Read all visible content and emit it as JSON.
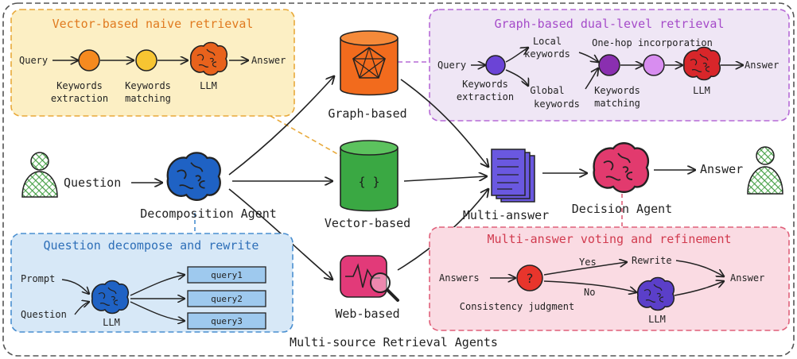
{
  "outer": {
    "caption": "Multi-source Retrieval Agents"
  },
  "vector_panel": {
    "title": "Vector-based naive retrieval",
    "query": "Query",
    "kw_extraction": [
      "Keywords",
      "extraction"
    ],
    "kw_matching": [
      "Keywords",
      "matching"
    ],
    "llm": "LLM",
    "answer": "Answer",
    "colors": {
      "fill": "#fcefc4",
      "border": "#e8a93a",
      "title": "#e07a1f",
      "node1": "#f58a1f",
      "node2": "#f7c532",
      "brain": "#e8621c"
    }
  },
  "graph_panel": {
    "title": "Graph-based dual-level retrieval",
    "query": "Query",
    "kw_extraction": [
      "Keywords",
      "extraction"
    ],
    "local_kw": [
      "Local",
      "keywords"
    ],
    "global_kw": [
      "Global",
      "keywords"
    ],
    "one_hop": "One-hop incorporation",
    "kw_matching": [
      "Keywords",
      "matching"
    ],
    "llm": "LLM",
    "answer": "Answer",
    "colors": {
      "fill": "#efe6f5",
      "border": "#b66ad6",
      "title": "#a54bc9",
      "node1": "#6b44d6",
      "node2": "#8a2fb0",
      "node3": "#d88df0",
      "brain": "#d8262a"
    }
  },
  "center": {
    "question": "Question",
    "decomposition": "Decomposition Agent",
    "graph_db": "Graph-based",
    "vector_db": "Vector-based",
    "web_db": "Web-based",
    "vector_glyph": "{ }",
    "multi_answer": "Multi-answer",
    "decision": "Decision Agent",
    "answer": "Answer",
    "colors": {
      "graph_db": "#f26b1d",
      "vector_db": "#3aa843",
      "web_db": "#e23a79",
      "doc": "#6a58e0",
      "brain_blue": "#1f62c4",
      "brain_pink": "#e23a6e",
      "user": "#3a9a3a"
    }
  },
  "decompose_panel": {
    "title": "Question decompose and rewrite",
    "prompt": "Prompt",
    "question": "Question",
    "llm": "LLM",
    "queries": [
      "query1",
      "query2",
      "query3"
    ],
    "colors": {
      "fill": "#d7e8f7",
      "border": "#4a8fd0",
      "title": "#2e6fb8",
      "query_box": "#9ec9ee"
    }
  },
  "voting_panel": {
    "title": "Multi-answer voting and refinement",
    "answers": "Answers",
    "question_mark": "?",
    "consistency": "Consistency judgment",
    "yes": "Yes",
    "no": "No",
    "rewrite": "Rewrite",
    "llm": "LLM",
    "answer": "Answer",
    "colors": {
      "fill": "#fadbe3",
      "border": "#e0607a",
      "title": "#d13a4e",
      "qnode": "#e8352c",
      "brain": "#5b3fc9"
    }
  }
}
